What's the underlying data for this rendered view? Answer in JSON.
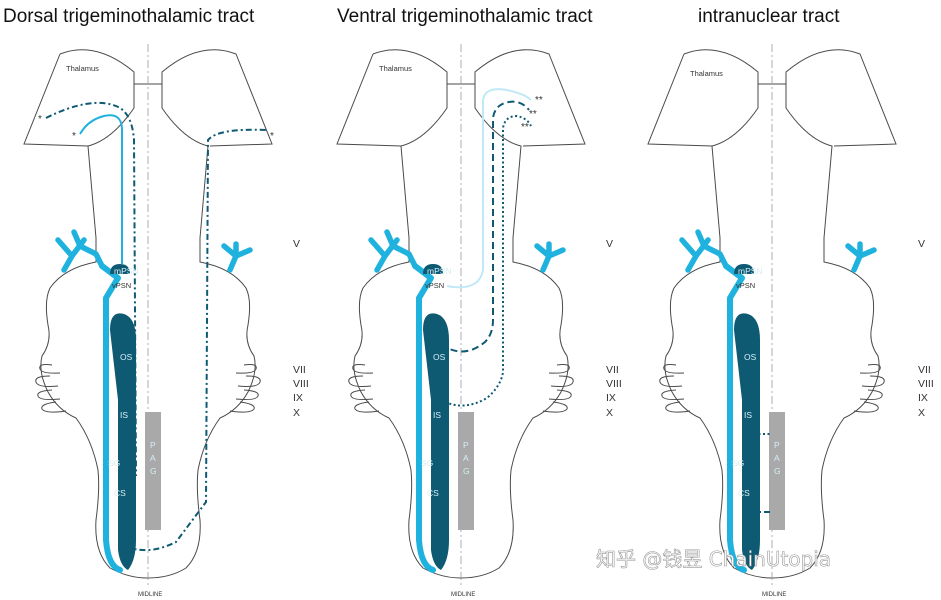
{
  "panels": [
    {
      "title": "Dorsal trigeminothalamic tract",
      "annotations": [
        "*",
        "*",
        "*"
      ]
    },
    {
      "title": "Ventral trigeminothalamic tract",
      "annotations": [
        "**",
        "**",
        "**"
      ]
    },
    {
      "title": "intranuclear tract",
      "annotations": []
    }
  ],
  "labels": {
    "thalamus": "Thalamus",
    "midline": "MIDLINE",
    "mpsn": "mPSN",
    "vpsn": "vPSN",
    "os": "OS",
    "is": "IS",
    "cs": "CS",
    "sg": "SG",
    "pag": [
      "P",
      "A",
      "G"
    ]
  },
  "nerves": [
    "V",
    "VII",
    "VIII",
    "IX",
    "X"
  ],
  "watermark": "知乎 @钱昱 ChainUtopia",
  "colors": {
    "outline": "#4a4a4a",
    "nerve_light": "#1fb2df",
    "nucleus_dark": "#0f5a73",
    "tract_dark": "#0f5a73",
    "tract_pale": "#bfe9f6",
    "pag": "#a9a9a9"
  }
}
